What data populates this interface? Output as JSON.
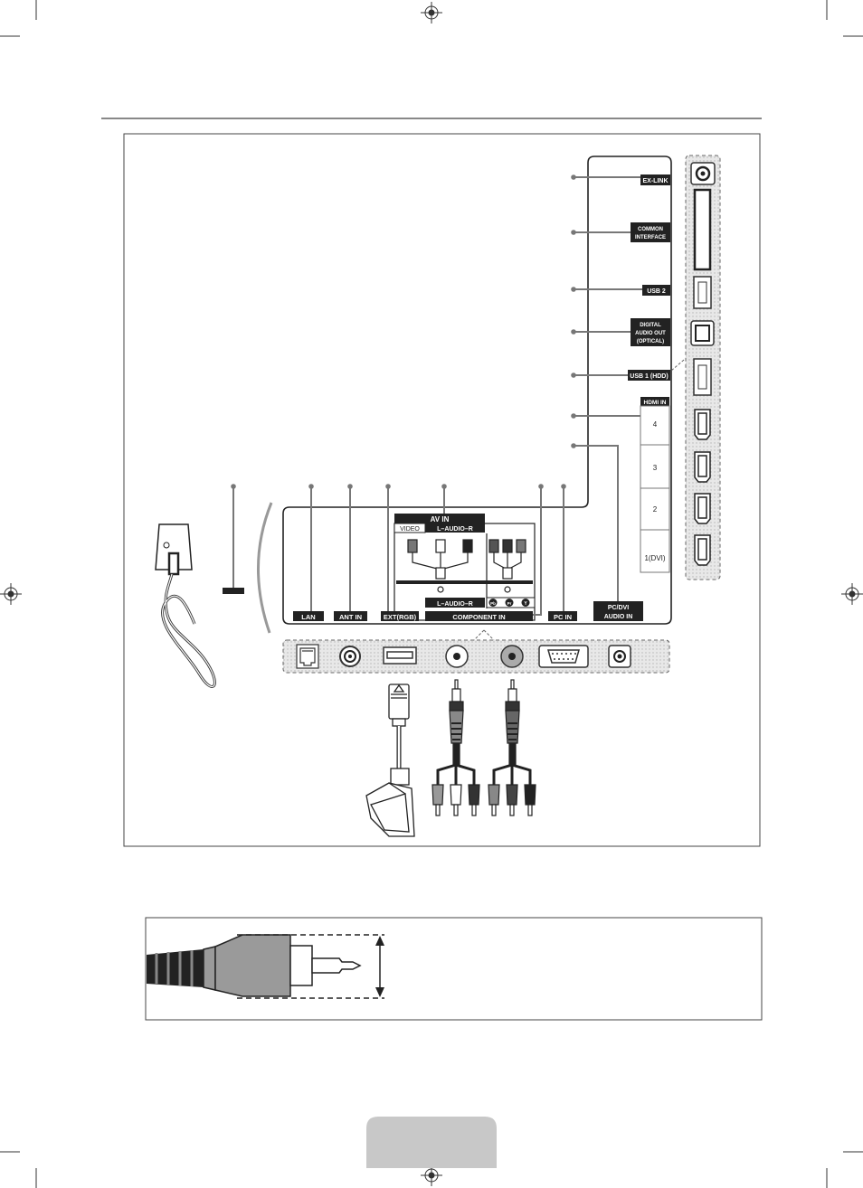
{
  "side_panel": {
    "labels": [
      "EX-LINK",
      "COMMON",
      "INTERFACE",
      "USB 2",
      "DIGITAL",
      "AUDIO OUT",
      "(OPTICAL)",
      "USB 1 (HDD)",
      "HDMI IN"
    ],
    "hdmi_ports": [
      "4",
      "3",
      "2",
      "1(DVI)"
    ]
  },
  "bottom_panel": {
    "labels": [
      "LAN",
      "ANT IN",
      "EXT(RGB)",
      "PC IN",
      "PC/DVI",
      "AUDIO IN",
      "COMPONENT IN"
    ],
    "av_in": {
      "title": "AV IN",
      "video": "VIDEO",
      "audio": "L–AUDIO–R"
    },
    "component": {
      "audio": "L–AUDIO–R",
      "pb": "Pb",
      "pr": "Pr",
      "y": "Y"
    }
  }
}
